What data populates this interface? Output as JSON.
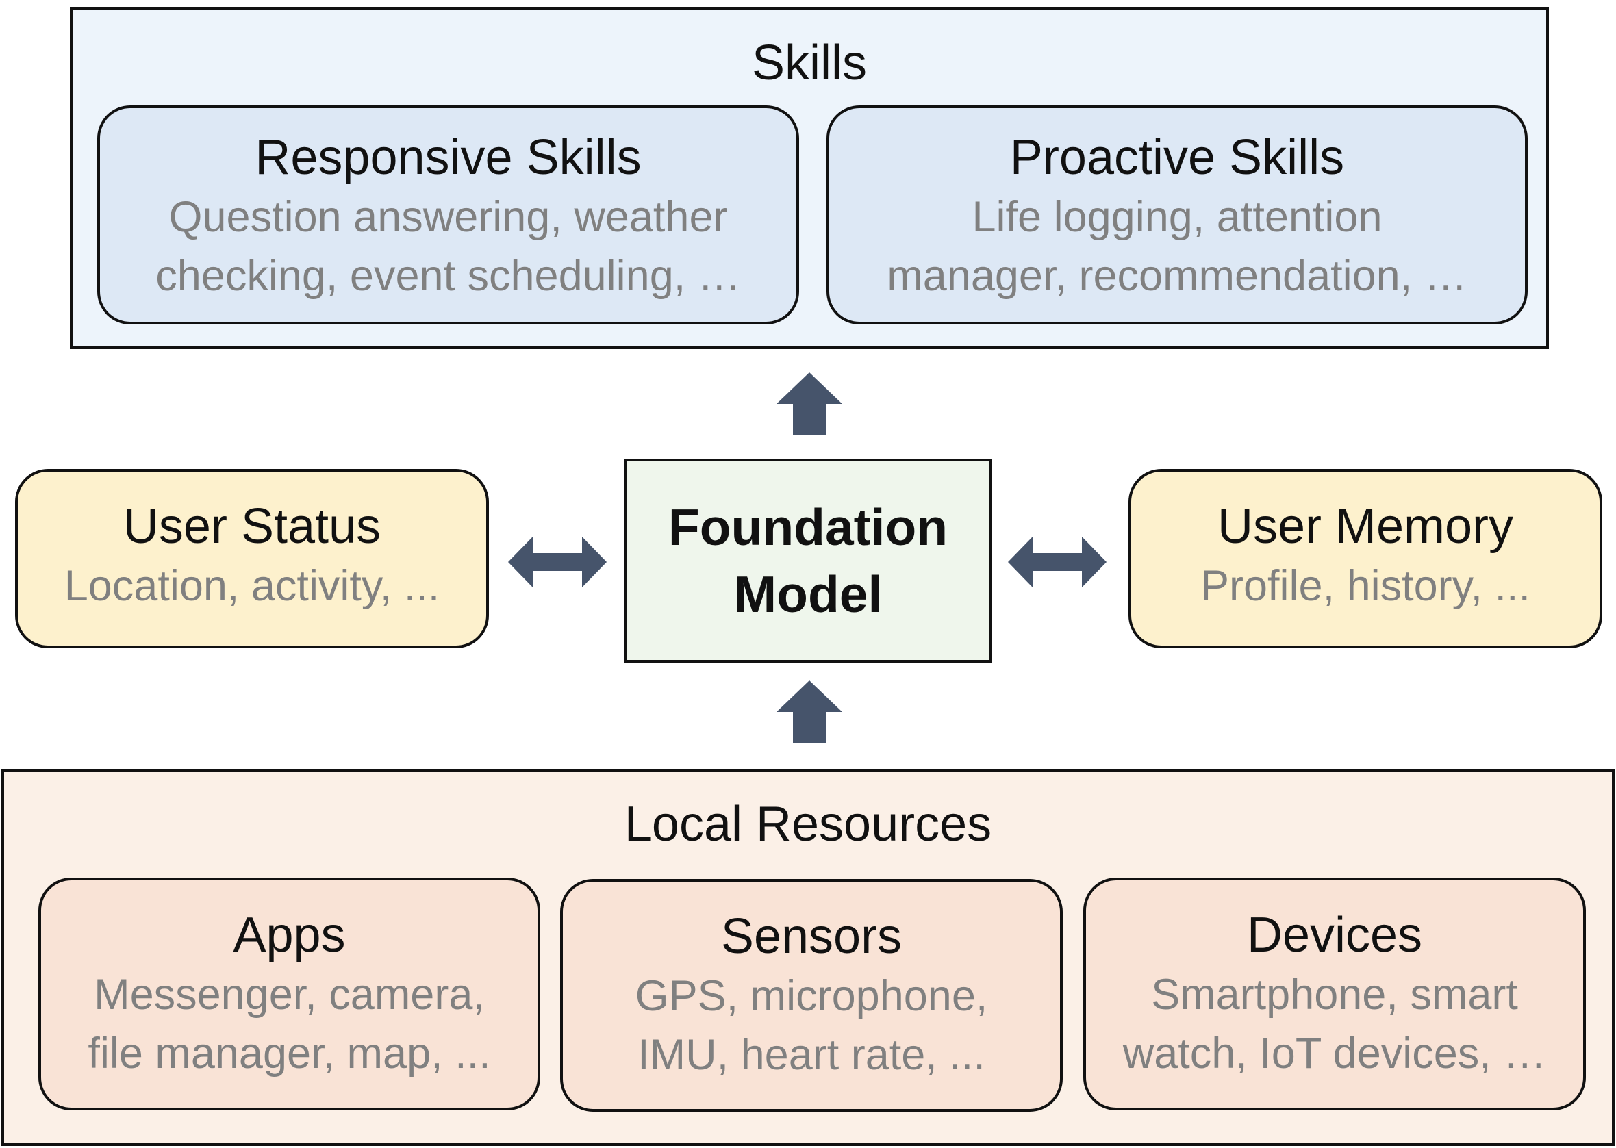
{
  "skills": {
    "title": "Skills",
    "responsive": {
      "title": "Responsive Skills",
      "desc_line1": "Question answering, weather",
      "desc_line2": "checking, event scheduling, …"
    },
    "proactive": {
      "title": "Proactive Skills",
      "desc_line1": "Life logging, attention",
      "desc_line2": "manager, recommendation, …"
    }
  },
  "user_status": {
    "title": "User Status",
    "desc": "Location, activity, ..."
  },
  "foundation_model": {
    "line1": "Foundation",
    "line2": "Model"
  },
  "user_memory": {
    "title": "User Memory",
    "desc": "Profile, history, ..."
  },
  "local_resources": {
    "title": "Local Resources",
    "apps": {
      "title": "Apps",
      "desc_line1": "Messenger, camera,",
      "desc_line2": "file manager, map, ..."
    },
    "sensors": {
      "title": "Sensors",
      "desc_line1": "GPS, microphone,",
      "desc_line2": "IMU, heart rate, ..."
    },
    "devices": {
      "title": "Devices",
      "desc_line1": "Smartphone, smart",
      "desc_line2": "watch, IoT devices, …"
    }
  },
  "colors": {
    "arrow": "#46546b",
    "skills_bg": "#edf4fb",
    "skills_card_bg": "#dde8f5",
    "user_card_bg": "#fdf1cd",
    "foundation_bg": "#eff6ec",
    "local_bg": "#fbf0e7",
    "local_card_bg": "#f9e3d6",
    "desc_text": "#808080"
  }
}
